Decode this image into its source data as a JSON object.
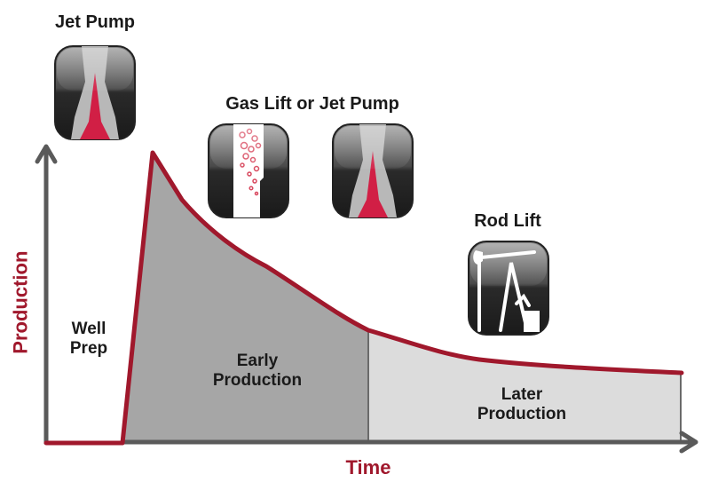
{
  "diagram": {
    "type": "production-lifecycle",
    "axes": {
      "x_label": "Time",
      "y_label": "Production"
    },
    "phases": [
      {
        "id": "well-prep",
        "label_line1": "Well",
        "label_line2": "Prep"
      },
      {
        "id": "early",
        "label_line1": "Early",
        "label_line2": "Production"
      },
      {
        "id": "later",
        "label_line1": "Later",
        "label_line2": "Production"
      }
    ],
    "lift_methods": [
      {
        "id": "jet-pump-1",
        "title": "Jet Pump",
        "icon": "jet-pump-icon"
      },
      {
        "id": "gas-lift-or-jet",
        "title": "Gas Lift or Jet Pump",
        "icons": [
          "gas-lift-icon",
          "jet-pump-icon"
        ]
      },
      {
        "id": "rod-lift",
        "title": "Rod Lift",
        "icon": "rod-lift-icon"
      }
    ],
    "colors": {
      "curve": "#a0182c",
      "axis": "#5a5a5a",
      "early_fill": "#a6a6a6",
      "later_fill": "#dcdcdc",
      "axis_label": "#a0182c",
      "pump_red": "#d11f45"
    }
  }
}
